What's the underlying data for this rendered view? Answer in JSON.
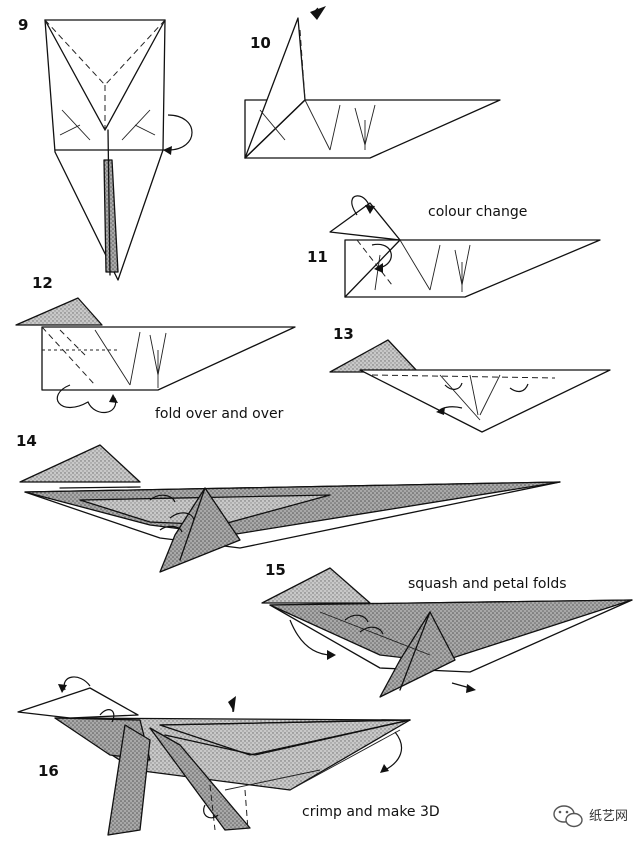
{
  "steps": [
    {
      "number": "9"
    },
    {
      "number": "10"
    },
    {
      "number": "11",
      "caption": "colour change"
    },
    {
      "number": "12",
      "caption": "fold over and over"
    },
    {
      "number": "13"
    },
    {
      "number": "14"
    },
    {
      "number": "15",
      "caption": "squash and petal folds"
    },
    {
      "number": "16",
      "caption": "crimp and make 3D"
    }
  ],
  "watermark": {
    "icon": "wechat-icon",
    "text": "纸艺网"
  }
}
